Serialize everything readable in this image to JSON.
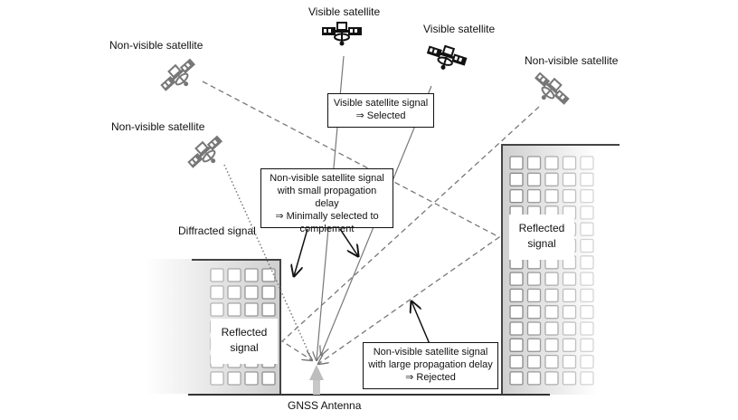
{
  "satellites": {
    "visible_1": {
      "label": "Visible satellite",
      "icon": "satellite-icon",
      "visibility": "visible"
    },
    "visible_2": {
      "label": "Visible satellite",
      "icon": "satellite-icon",
      "visibility": "visible"
    },
    "nonvisible_left_top": {
      "label": "Non-visible satellite",
      "icon": "satellite-icon",
      "visibility": "non-visible"
    },
    "nonvisible_left_mid": {
      "label": "Non-visible satellite",
      "icon": "satellite-icon",
      "visibility": "non-visible"
    },
    "nonvisible_right": {
      "label": "Non-visible satellite",
      "icon": "satellite-icon",
      "visibility": "non-visible"
    }
  },
  "callouts": {
    "selected": {
      "lines": [
        "Visible satellite signal",
        "⇒ Selected"
      ]
    },
    "small_delay": {
      "lines": [
        "Non-visible satellite signal",
        "with small propagation delay",
        "⇒ Minimally selected to",
        "complement"
      ]
    },
    "large_delay": {
      "lines": [
        "Non-visible satellite signal",
        "with large propagation delay",
        "⇒ Rejected"
      ]
    }
  },
  "labels": {
    "diffracted": "Diffracted signal",
    "reflected_left": [
      "Reflected",
      "signal"
    ],
    "reflected_right": [
      "Reflected",
      "signal"
    ],
    "antenna": "GNSS Antenna"
  },
  "colors": {
    "line_visible": "#777777",
    "line_nonvisible": "#777777",
    "arrow": "#111111",
    "satellite_visible": "#111111",
    "satellite_nonvisible": "#777777",
    "building_shade": "#d4d4d4",
    "window_stroke": "#8a8a8a",
    "ground": "#333333",
    "antenna": "#bdbdbd"
  }
}
